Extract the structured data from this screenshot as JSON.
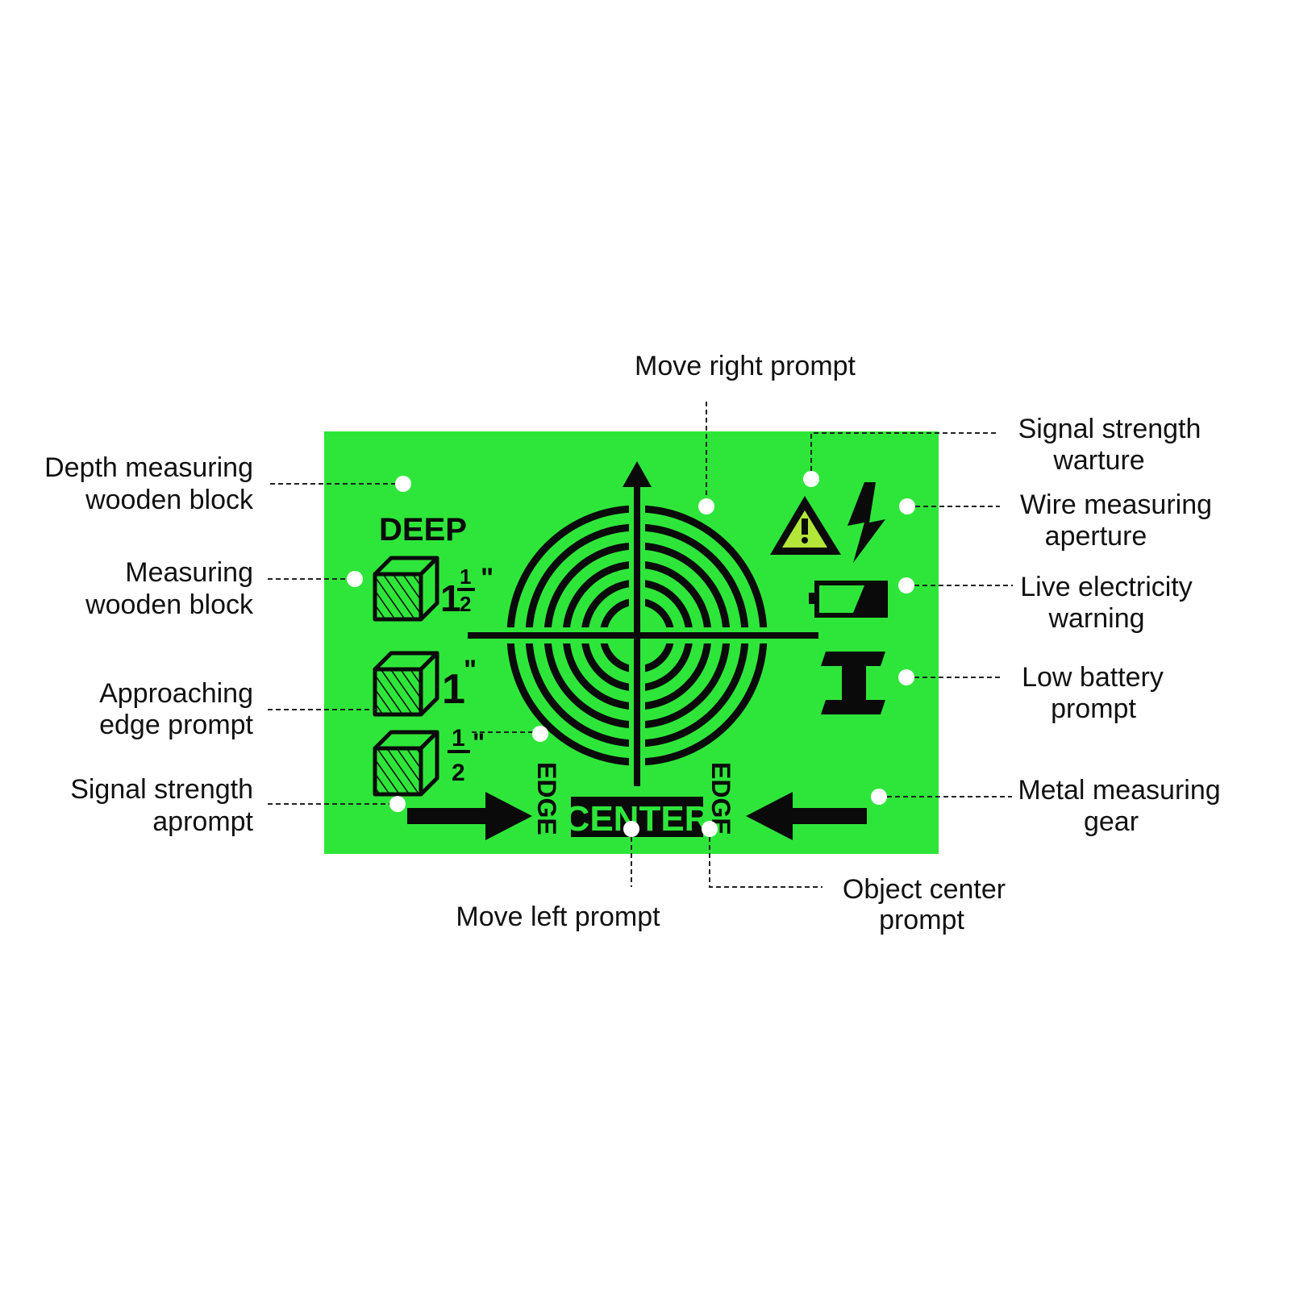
{
  "colors": {
    "lcd_green": "#2ee63a",
    "ink": "#0a0a0a",
    "dot": "#ffffff",
    "background": "#ffffff"
  },
  "lcd": {
    "deep_label": "DEEP",
    "depth_1": {
      "whole": "1",
      "num": "1",
      "den": "2",
      "unit": "\""
    },
    "depth_2": {
      "whole": "1",
      "unit": "\""
    },
    "depth_3": {
      "num": "1",
      "den": "2",
      "unit": "\""
    },
    "edge_label": "EDGE",
    "center_label": "CENTER"
  },
  "icons": [
    "wood-block-icon",
    "target-rings-icon",
    "crosshair-arrow-icon",
    "warning-triangle-icon",
    "lightning-bolt-icon",
    "battery-icon",
    "i-beam-icon",
    "arrow-right-icon",
    "arrow-left-icon"
  ],
  "callouts": {
    "move_right_prompt": "Move right prompt",
    "depth_measuring": [
      "Depth measuring",
      "wooden block"
    ],
    "measuring_wooden_block": [
      "Measuring",
      "wooden block"
    ],
    "approaching_edge": [
      "Approaching",
      "edge prompt"
    ],
    "signal_strength_aprompt": [
      "Signal strength",
      "aprompt"
    ],
    "move_left_prompt": "Move left prompt",
    "object_center": [
      "Object center",
      "prompt"
    ],
    "signal_strength_warture": [
      "Signal strength",
      "warture"
    ],
    "wire_measuring": [
      "Wire measuring",
      "aperture"
    ],
    "live_electricity": [
      "Live electricity",
      "warning"
    ],
    "low_battery": [
      "Low battery",
      "prompt"
    ],
    "metal_measuring": [
      "Metal measuring",
      "gear"
    ]
  }
}
